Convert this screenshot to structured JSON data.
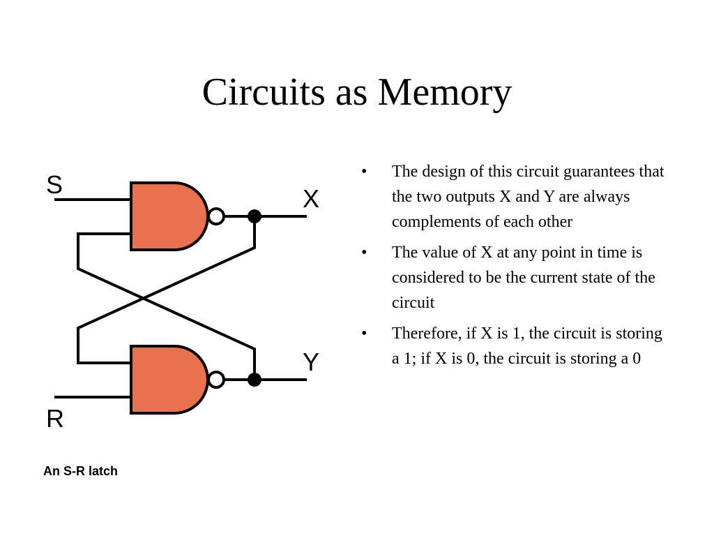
{
  "slide": {
    "title": "Circuits as Memory",
    "caption": "An S-R latch",
    "bullets": [
      "The design of this circuit guarantees that the two outputs X and Y are always complements of each other",
      "The value of X at any point in time is considered to be the current state of the circuit",
      " Therefore, if X is 1, the circuit is storing a 1; if X is 0, the circuit is storing a 0"
    ],
    "bullet_symbol": "•"
  },
  "diagram": {
    "labels": {
      "input_s": "S",
      "input_r": "R",
      "output_x": "X",
      "output_y": "Y"
    },
    "gate_fill": "#E8714F",
    "line_color": "#000000"
  }
}
